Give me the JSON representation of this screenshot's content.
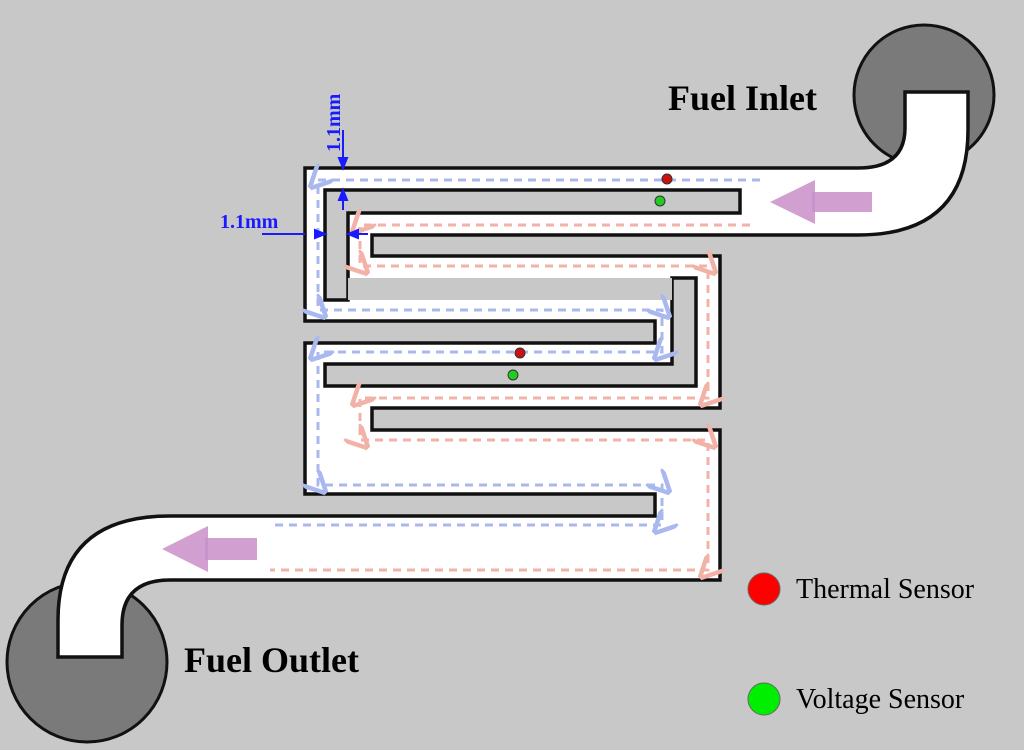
{
  "labels": {
    "fuel_inlet": "Fuel Inlet",
    "fuel_outlet": "Fuel Outlet",
    "dim_vertical": "1.1mm",
    "dim_horizontal": "1.1mm"
  },
  "legend": {
    "thermal": {
      "label": "Thermal Sensor",
      "color": "#ff0000"
    },
    "voltage": {
      "label": "Voltage Sensor",
      "color": "#00ee00"
    }
  },
  "colors": {
    "background": "#c8c8c8",
    "channel_fill": "#ffffff",
    "channel_stroke": "#111111",
    "port_fill": "#7a7a7a",
    "flow_arrow": "#c98fc9",
    "dash_blue": "#a9b8ee",
    "dash_pink": "#f2b2a8",
    "dimension": "#1a1aff",
    "sensor_thermal": "#cc1111",
    "sensor_voltage": "#22cc22"
  }
}
